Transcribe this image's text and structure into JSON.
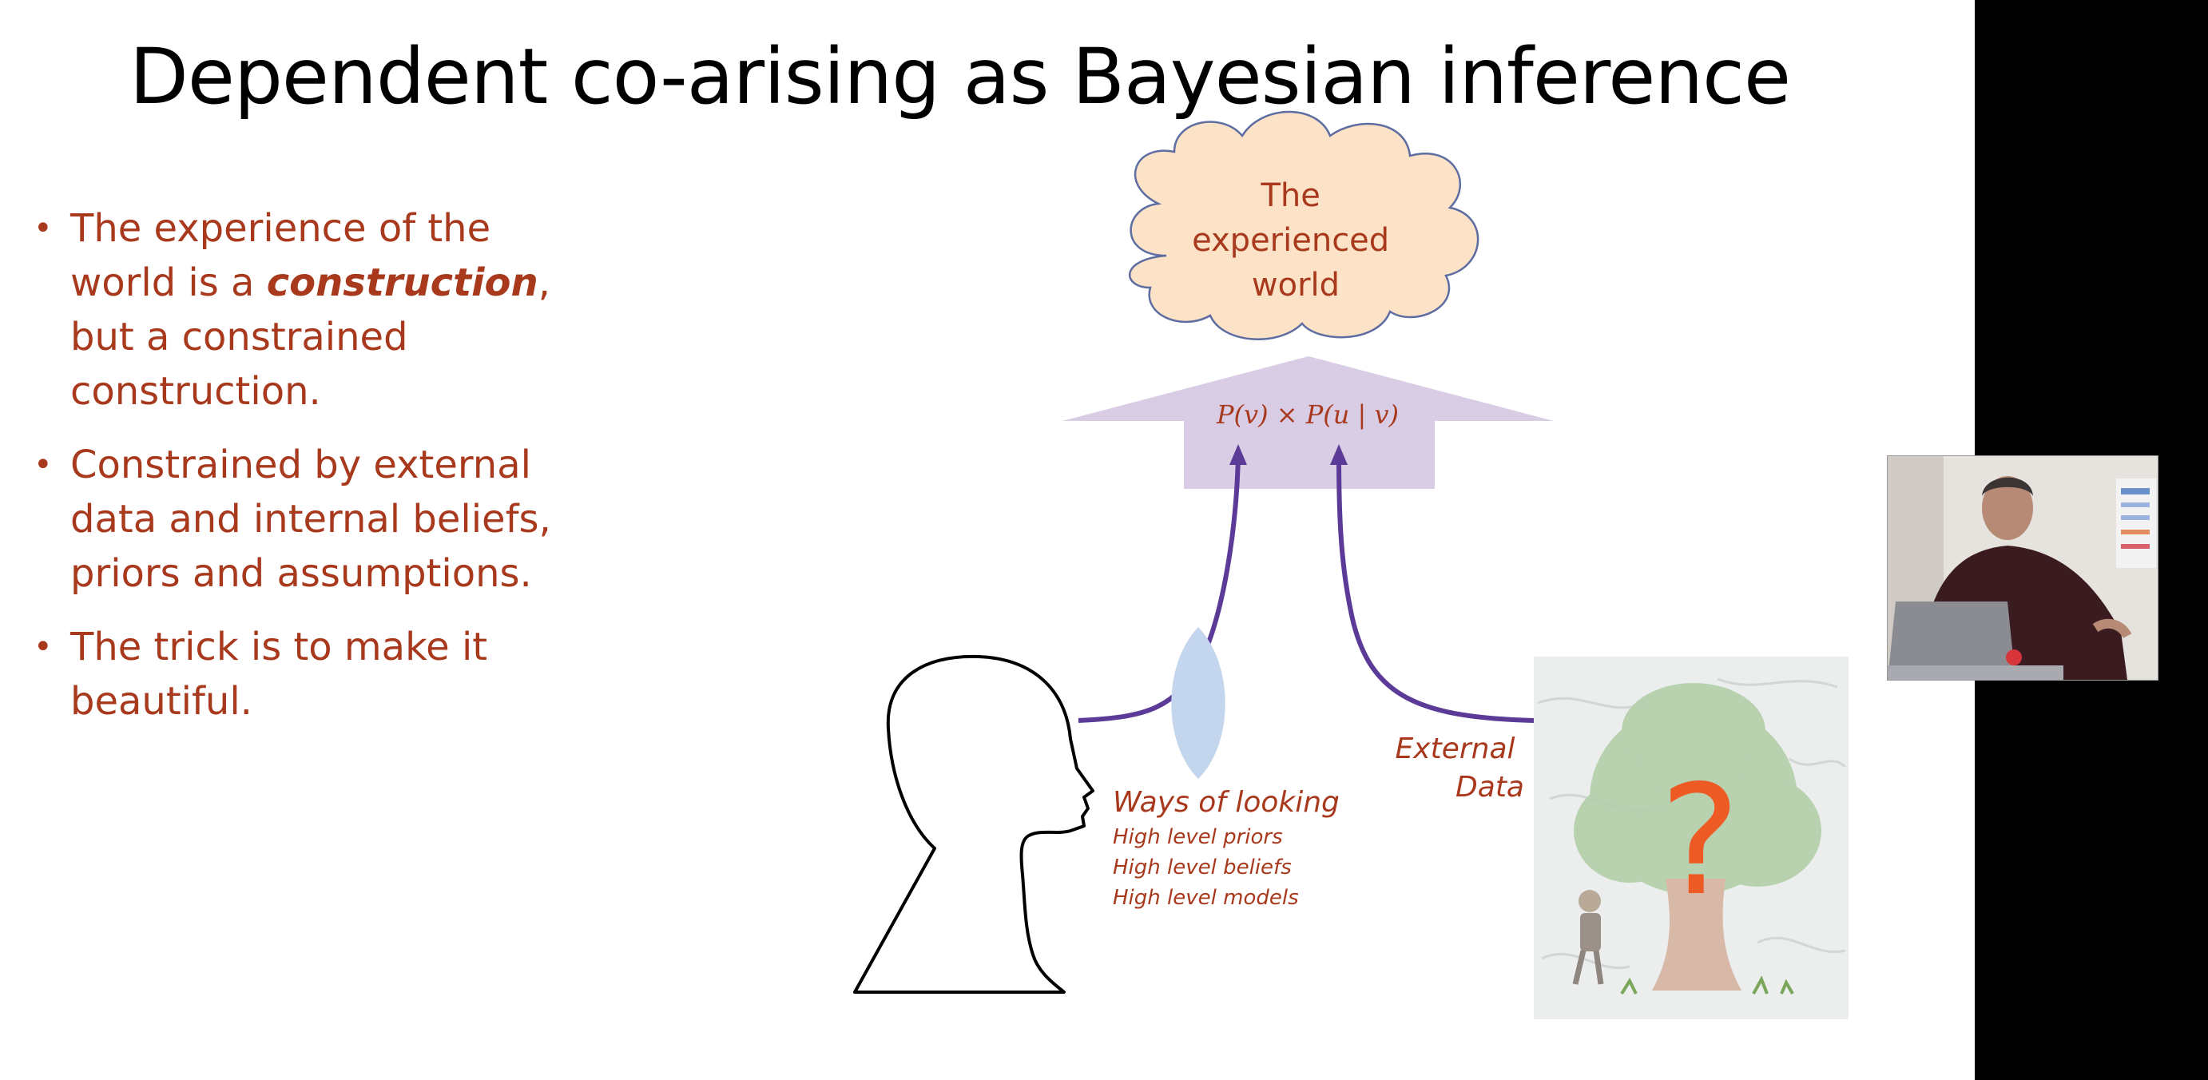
{
  "slide": {
    "title": "Dependent co-arising as Bayesian inference",
    "bullets": [
      {
        "before": "The experience of the world is a ",
        "emph": "construction",
        "after": ", but a constrained construction."
      },
      {
        "before": "Constrained by external data and internal beliefs, priors and assumptions.",
        "emph": "",
        "after": ""
      },
      {
        "before": "The trick is to make it beautiful.",
        "emph": "",
        "after": ""
      }
    ],
    "bullet_symbol": "•"
  },
  "diagram": {
    "cloud_lines": [
      "The",
      "experienced",
      "world"
    ],
    "formula": "P(v) × P(u | v)",
    "ways_title": "Ways of looking",
    "ways_items": [
      "High level priors",
      "High level beliefs",
      "High level models"
    ],
    "external_lines": [
      "External",
      "Data"
    ],
    "question_mark": "?"
  },
  "colors": {
    "text_accent": "#a8391d",
    "arrow": "#5b3b97",
    "big_arrow": "#d9cde6",
    "cloud": "#fce2c6",
    "lens": "#c4d5ee",
    "question": "#ee5a24"
  }
}
